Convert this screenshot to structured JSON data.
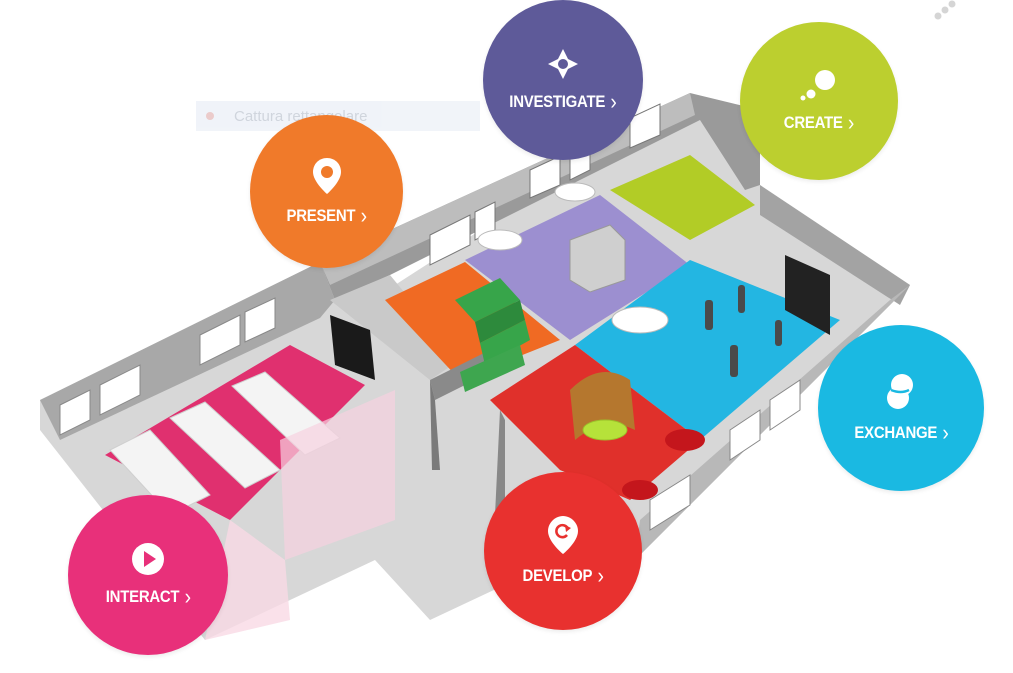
{
  "capture_bar": {
    "label": "Cattura rettangolare"
  },
  "zones": [
    {
      "id": "investigate",
      "label": "INVESTIGATE",
      "icon": "crosshair-icon",
      "color": "#5e5a99"
    },
    {
      "id": "create",
      "label": "CREATE",
      "icon": "bubbles-icon",
      "color": "#bccf2f"
    },
    {
      "id": "present",
      "label": "PRESENT",
      "icon": "location-pin-icon",
      "color": "#f07a2a"
    },
    {
      "id": "exchange",
      "label": "EXCHANGE",
      "icon": "overlap-circles-icon",
      "color": "#1ab9e2"
    },
    {
      "id": "develop",
      "label": "DEVELOP",
      "icon": "refresh-pin-icon",
      "color": "#e8312f"
    },
    {
      "id": "interact",
      "label": "INTERACT",
      "icon": "play-icon",
      "color": "#e8307a"
    }
  ]
}
